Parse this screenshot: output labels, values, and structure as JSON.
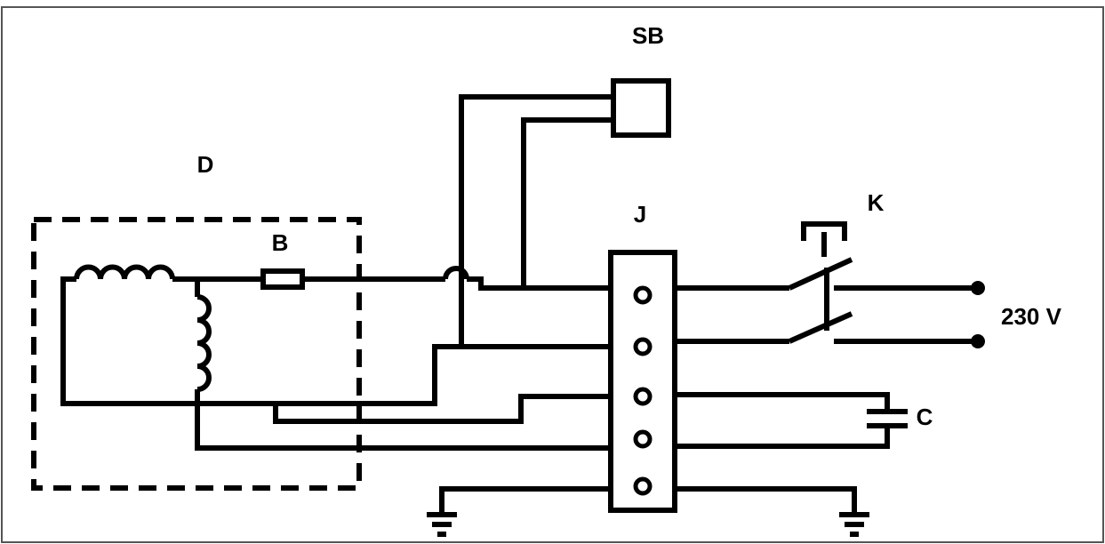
{
  "diagram": {
    "labels": {
      "d": "D",
      "b": "B",
      "sb": "SB",
      "j": "J",
      "k": "K",
      "c": "C",
      "supply": "230 V"
    },
    "colors": {
      "line": "#000000",
      "background": "#ffffff",
      "frame": "#555555"
    }
  }
}
